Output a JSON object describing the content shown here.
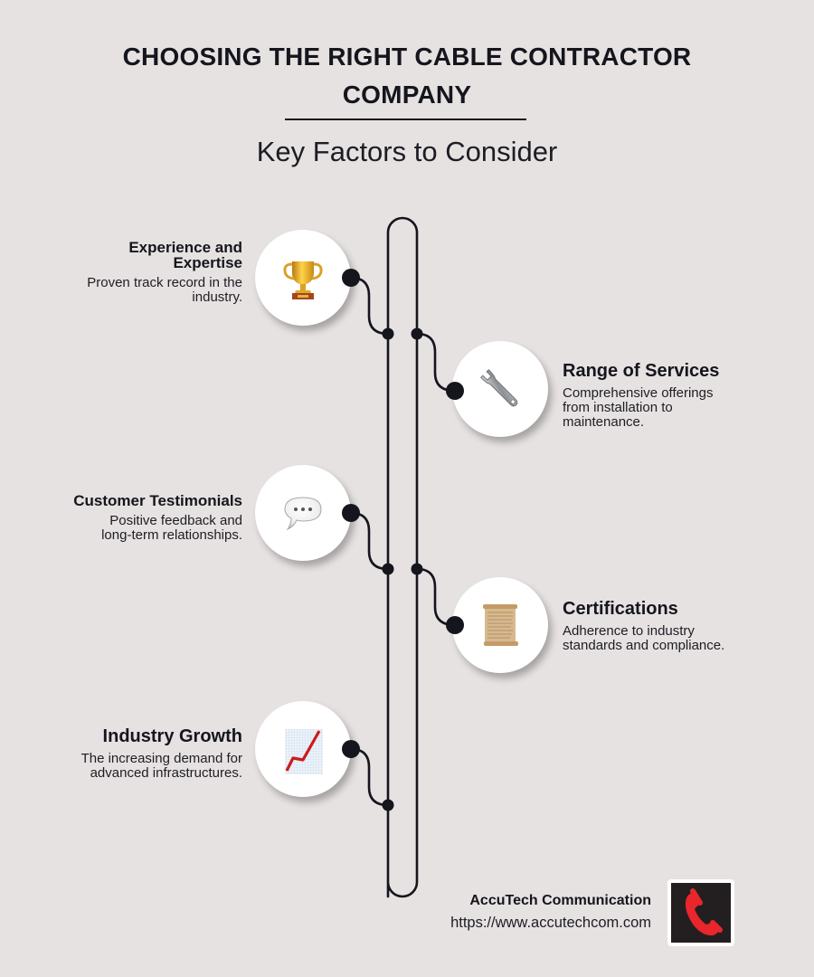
{
  "header": {
    "title_line1": "CHOOSING THE RIGHT CABLE CONTRACTOR",
    "title_line2": "COMPANY",
    "subtitle": "Key Factors to Consider"
  },
  "colors": {
    "background": "#e6e2e1",
    "ink": "#15151d",
    "circle": "#ffffff",
    "phone_red": "#e8262c",
    "phone_bg": "#231f20"
  },
  "factors": [
    {
      "side": "left",
      "icon": "trophy-icon",
      "title_line1": "Experience and",
      "title_line2": "Expertise",
      "desc_line1": "Proven track record in the",
      "desc_line2": "industry."
    },
    {
      "side": "right",
      "icon": "wrench-icon",
      "title": "Range of Services",
      "desc_line1": "Comprehensive offerings",
      "desc_line2": "from installation to",
      "desc_line3": "maintenance."
    },
    {
      "side": "left",
      "icon": "speech-bubble-icon",
      "title": "Customer Testimonials",
      "desc_line1": "Positive feedback and",
      "desc_line2": "long-term relationships."
    },
    {
      "side": "right",
      "icon": "scroll-icon",
      "title": "Certifications",
      "desc_line1": "Adherence to industry",
      "desc_line2": "standards and compliance."
    },
    {
      "side": "left",
      "icon": "chart-increasing-icon",
      "title": "Industry Growth",
      "desc_line1": "The increasing demand for",
      "desc_line2": "advanced infrastructures."
    }
  ],
  "footer": {
    "company": "AccuTech Communication",
    "url": "https://www.accutechcom.com",
    "icon": "phone-icon"
  }
}
